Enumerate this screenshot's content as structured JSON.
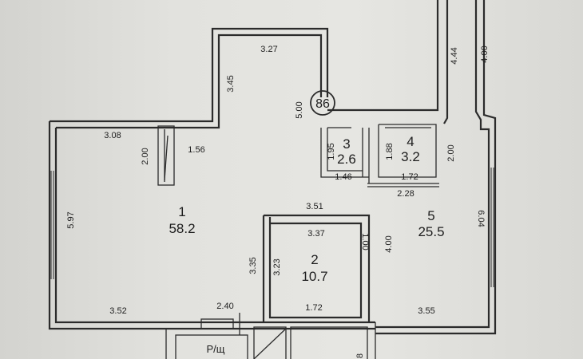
{
  "plan": {
    "building_number": "86",
    "rooms": [
      {
        "id": "1",
        "number": "1",
        "area": "58.2"
      },
      {
        "id": "2",
        "number": "2",
        "area": "10.7"
      },
      {
        "id": "3",
        "number": "3",
        "area": "2.6"
      },
      {
        "id": "4",
        "number": "4",
        "area": "3.2"
      },
      {
        "id": "5",
        "number": "5",
        "area": "25.5"
      }
    ],
    "dimensions": {
      "d_3_27": "3.27",
      "d_3_45": "3.45",
      "d_5_00": "5.00",
      "d_4_44": "4.44",
      "d_4_00_top": "4.00",
      "d_3_08": "3.08",
      "d_2_00_left": "2.00",
      "d_1_56": "1.56",
      "d_1_95": "1.95",
      "d_1_88": "1.88",
      "d_2_00_right": "2.00",
      "d_1_46": "1.46",
      "d_1_72_top": "1.72",
      "d_2_28": "2.28",
      "d_5_97": "5.97",
      "d_3_51": "3.51",
      "d_6_04": "6.04",
      "d_3_37": "3.37",
      "d_1_00": "1.00",
      "d_4_00_mid": "4.00",
      "d_3_35": "3.35",
      "d_3_23": "3.23",
      "d_3_52": "3.52",
      "d_2_40": "2.40",
      "d_1_72_bottom": "1.72",
      "d_3_55": "3.55",
      "d_8_partial": "8"
    },
    "utility_label": "Р/щ"
  }
}
